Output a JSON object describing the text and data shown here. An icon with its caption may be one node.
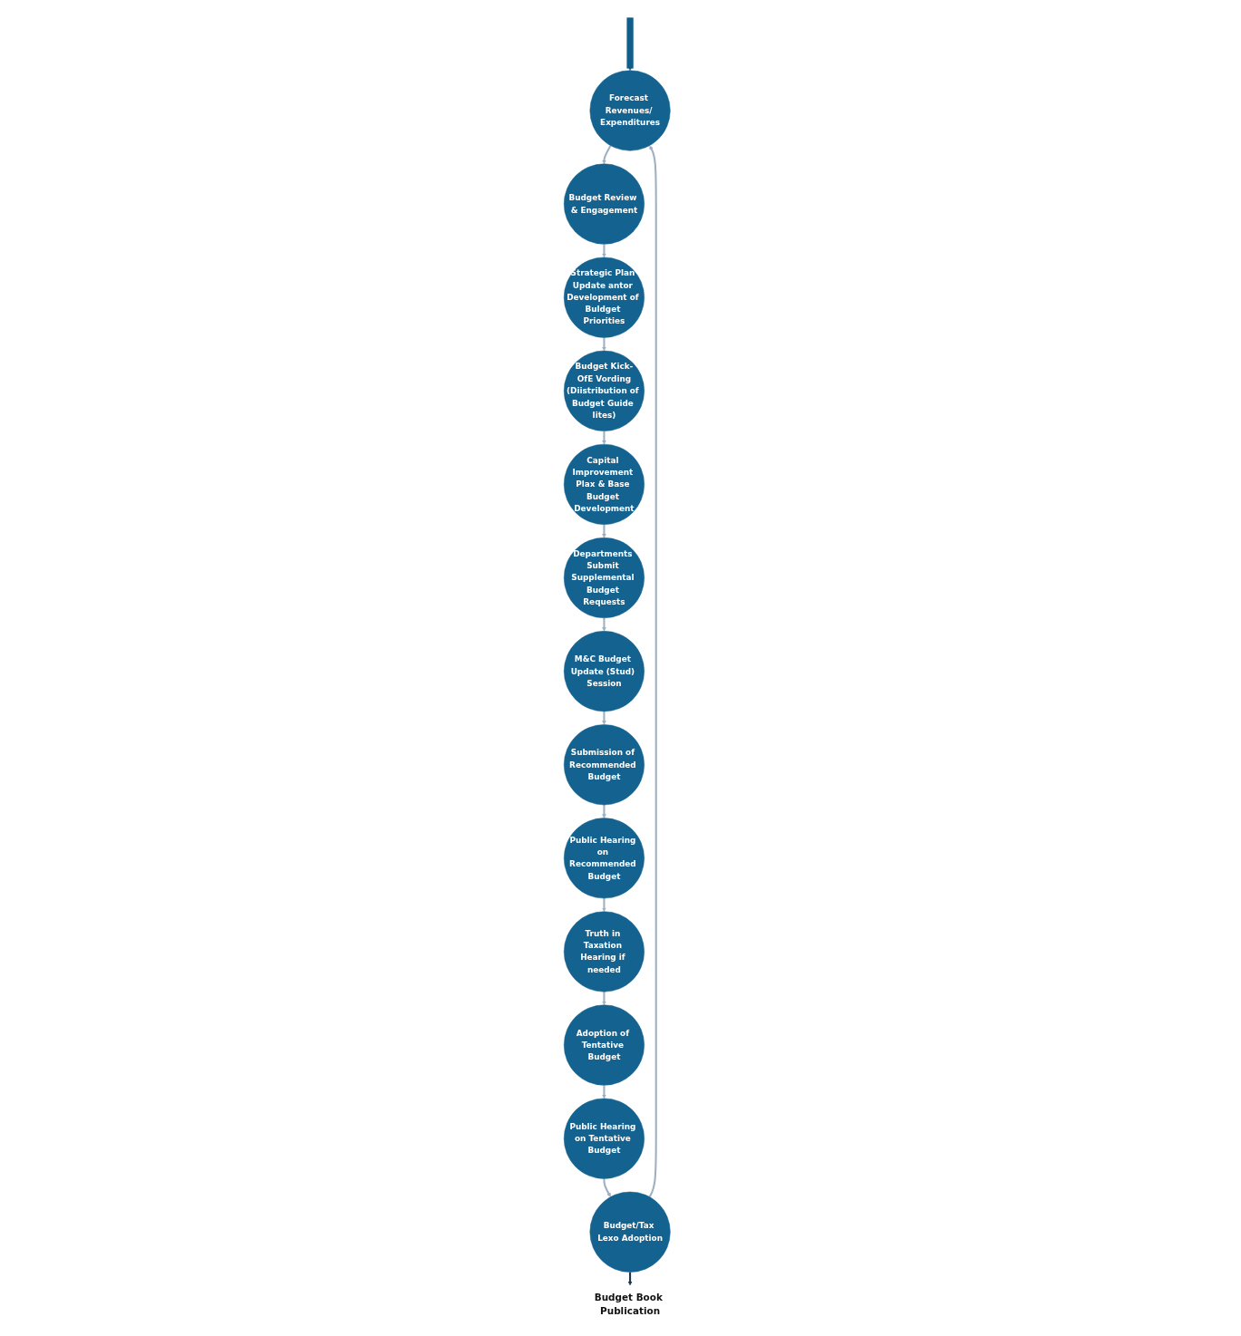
{
  "diagram": {
    "nodes": [
      {
        "text": [
          "Forecast Revenues/ Expenditures"
        ]
      },
      {
        "text": [
          "Budget Review & Engagement"
        ]
      },
      {
        "text": [
          "Strategic Plan Update antor Development of Buldget Priorities"
        ]
      },
      {
        "text": [
          "Budget Kick-OfE Vording",
          "(Diistribution of Budget Guide lites)"
        ]
      },
      {
        "text": [
          "Capital Improvement Plax & Base Budget Development"
        ]
      },
      {
        "text": [
          "Departments Submit Supplemental Budget Requests"
        ]
      },
      {
        "text": [
          "M&C Budget Update (Stud) Session"
        ]
      },
      {
        "text": [
          "Submission of Recommended Budget"
        ]
      },
      {
        "text": [
          "Public Hearing on Recommended Budget"
        ]
      },
      {
        "text": [
          "Truth in Taxation Hearing if needed"
        ]
      },
      {
        "text": [
          "Adoption of Tentative Budget"
        ]
      },
      {
        "text": [
          "Public Hearing on Tentative Budget"
        ]
      },
      {
        "text": [
          "Budget/Tax Lexo Adoption"
        ]
      },
      {
        "text": [
          "Budget Book Publication"
        ]
      }
    ],
    "edges": [
      {
        "from": null,
        "to": 0,
        "arrow": "to",
        "style": "thick",
        "color": "#0f5f8a"
      },
      {
        "from": 0,
        "to": 1,
        "arrow": "to"
      },
      {
        "from": 1,
        "to": 2,
        "arrow": "to"
      },
      {
        "from": 2,
        "to": 3,
        "arrow": "to"
      },
      {
        "from": 3,
        "to": 4,
        "arrow": "to"
      },
      {
        "from": 4,
        "to": 5,
        "arrow": "to"
      },
      {
        "from": 5,
        "to": 6,
        "arrow": "to"
      },
      {
        "from": 6,
        "to": 7,
        "arrow": "to"
      },
      {
        "from": 7,
        "to": 8,
        "arrow": "to"
      },
      {
        "from": 8,
        "to": 9,
        "arrow": "to"
      },
      {
        "from": 9,
        "to": 10,
        "arrow": "to"
      },
      {
        "from": 10,
        "to": 11,
        "arrow": "to"
      },
      {
        "from": 11,
        "to": 12,
        "arrow": "to"
      },
      {
        "from": 12,
        "to": 0,
        "arrow": "to"
      },
      {
        "from": 12,
        "to": 13,
        "arrow": "to",
        "color": "#1c3550"
      }
    ]
  }
}
